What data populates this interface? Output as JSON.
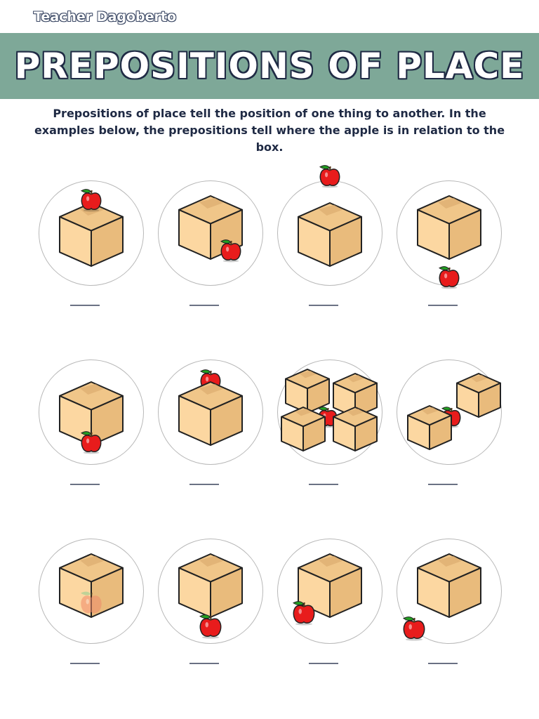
{
  "header": {
    "author": "Teacher Dagoberto",
    "title": "PREPOSITIONS OF PLACE"
  },
  "intro": "Prepositions of place tell the position of one thing to another. In the examples below, the prepositions tell where the apple is in relation to the box.",
  "answer_blank": "______",
  "colors": {
    "banner": "#7ea898",
    "box_face": "#fcd7a1",
    "box_top": "#f0c689",
    "box_side": "#e9bb7c",
    "apple": "#e81c1c",
    "leaf": "#22a122",
    "ink": "#1f2a44"
  },
  "exercises": [
    {
      "id": 1,
      "icon": "apple-on-box"
    },
    {
      "id": 2,
      "icon": "apple-in-front-of-box"
    },
    {
      "id": 3,
      "icon": "apple-above-box"
    },
    {
      "id": 4,
      "icon": "apple-below-box"
    },
    {
      "id": 5,
      "icon": "apple-in-front-of-box"
    },
    {
      "id": 6,
      "icon": "apple-behind-box"
    },
    {
      "id": 7,
      "icon": "apple-among-boxes"
    },
    {
      "id": 8,
      "icon": "apple-between-boxes"
    },
    {
      "id": 9,
      "icon": "apple-inside-box"
    },
    {
      "id": 10,
      "icon": "apple-in-front-of-box"
    },
    {
      "id": 11,
      "icon": "apple-next-to-box"
    },
    {
      "id": 12,
      "icon": "apple-next-to-box"
    }
  ]
}
